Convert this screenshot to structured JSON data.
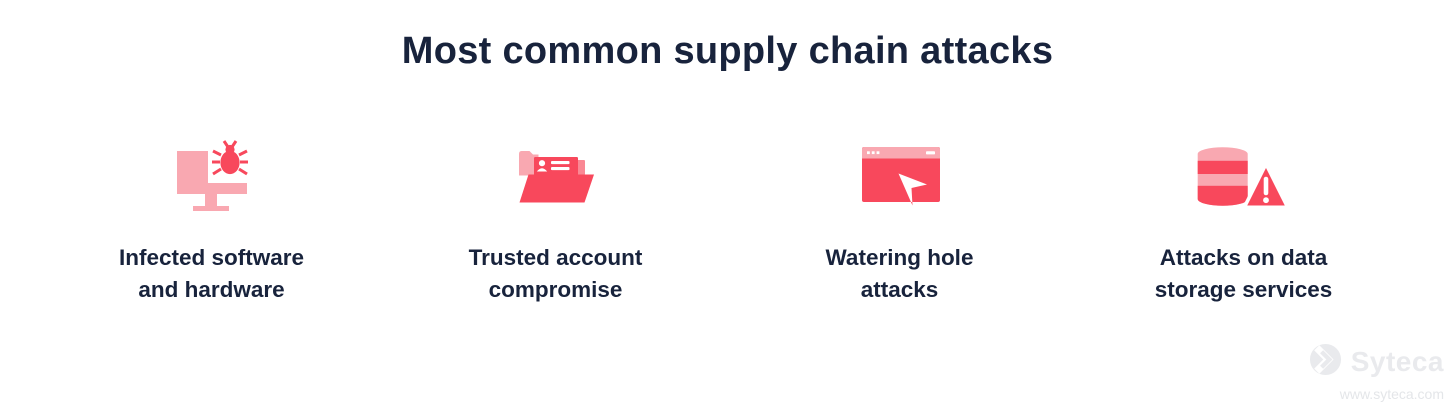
{
  "title": "Most common supply chain attacks",
  "items": [
    {
      "id": "infected-software",
      "icon": "infected-software-icon",
      "lines": [
        "Infected software",
        "and hardware"
      ]
    },
    {
      "id": "trusted-account",
      "icon": "trusted-account-icon",
      "lines": [
        "Trusted account",
        "compromise"
      ]
    },
    {
      "id": "watering-hole",
      "icon": "watering-hole-icon",
      "lines": [
        "Watering hole",
        "attacks"
      ]
    },
    {
      "id": "data-storage",
      "icon": "data-storage-icon",
      "lines": [
        "Attacks on data",
        "storage services"
      ]
    }
  ],
  "watermark": {
    "brand": "Syteca",
    "url": "www.syteca.com"
  },
  "colors": {
    "navy": "#18233C",
    "red": "#F8485C",
    "pink": "#F9A8B1",
    "pink_mid": "#FA8894",
    "watermark_gray": "#E9EAED",
    "watermark_url_gray": "#E4E6E9",
    "background": "#FFFFFF"
  }
}
